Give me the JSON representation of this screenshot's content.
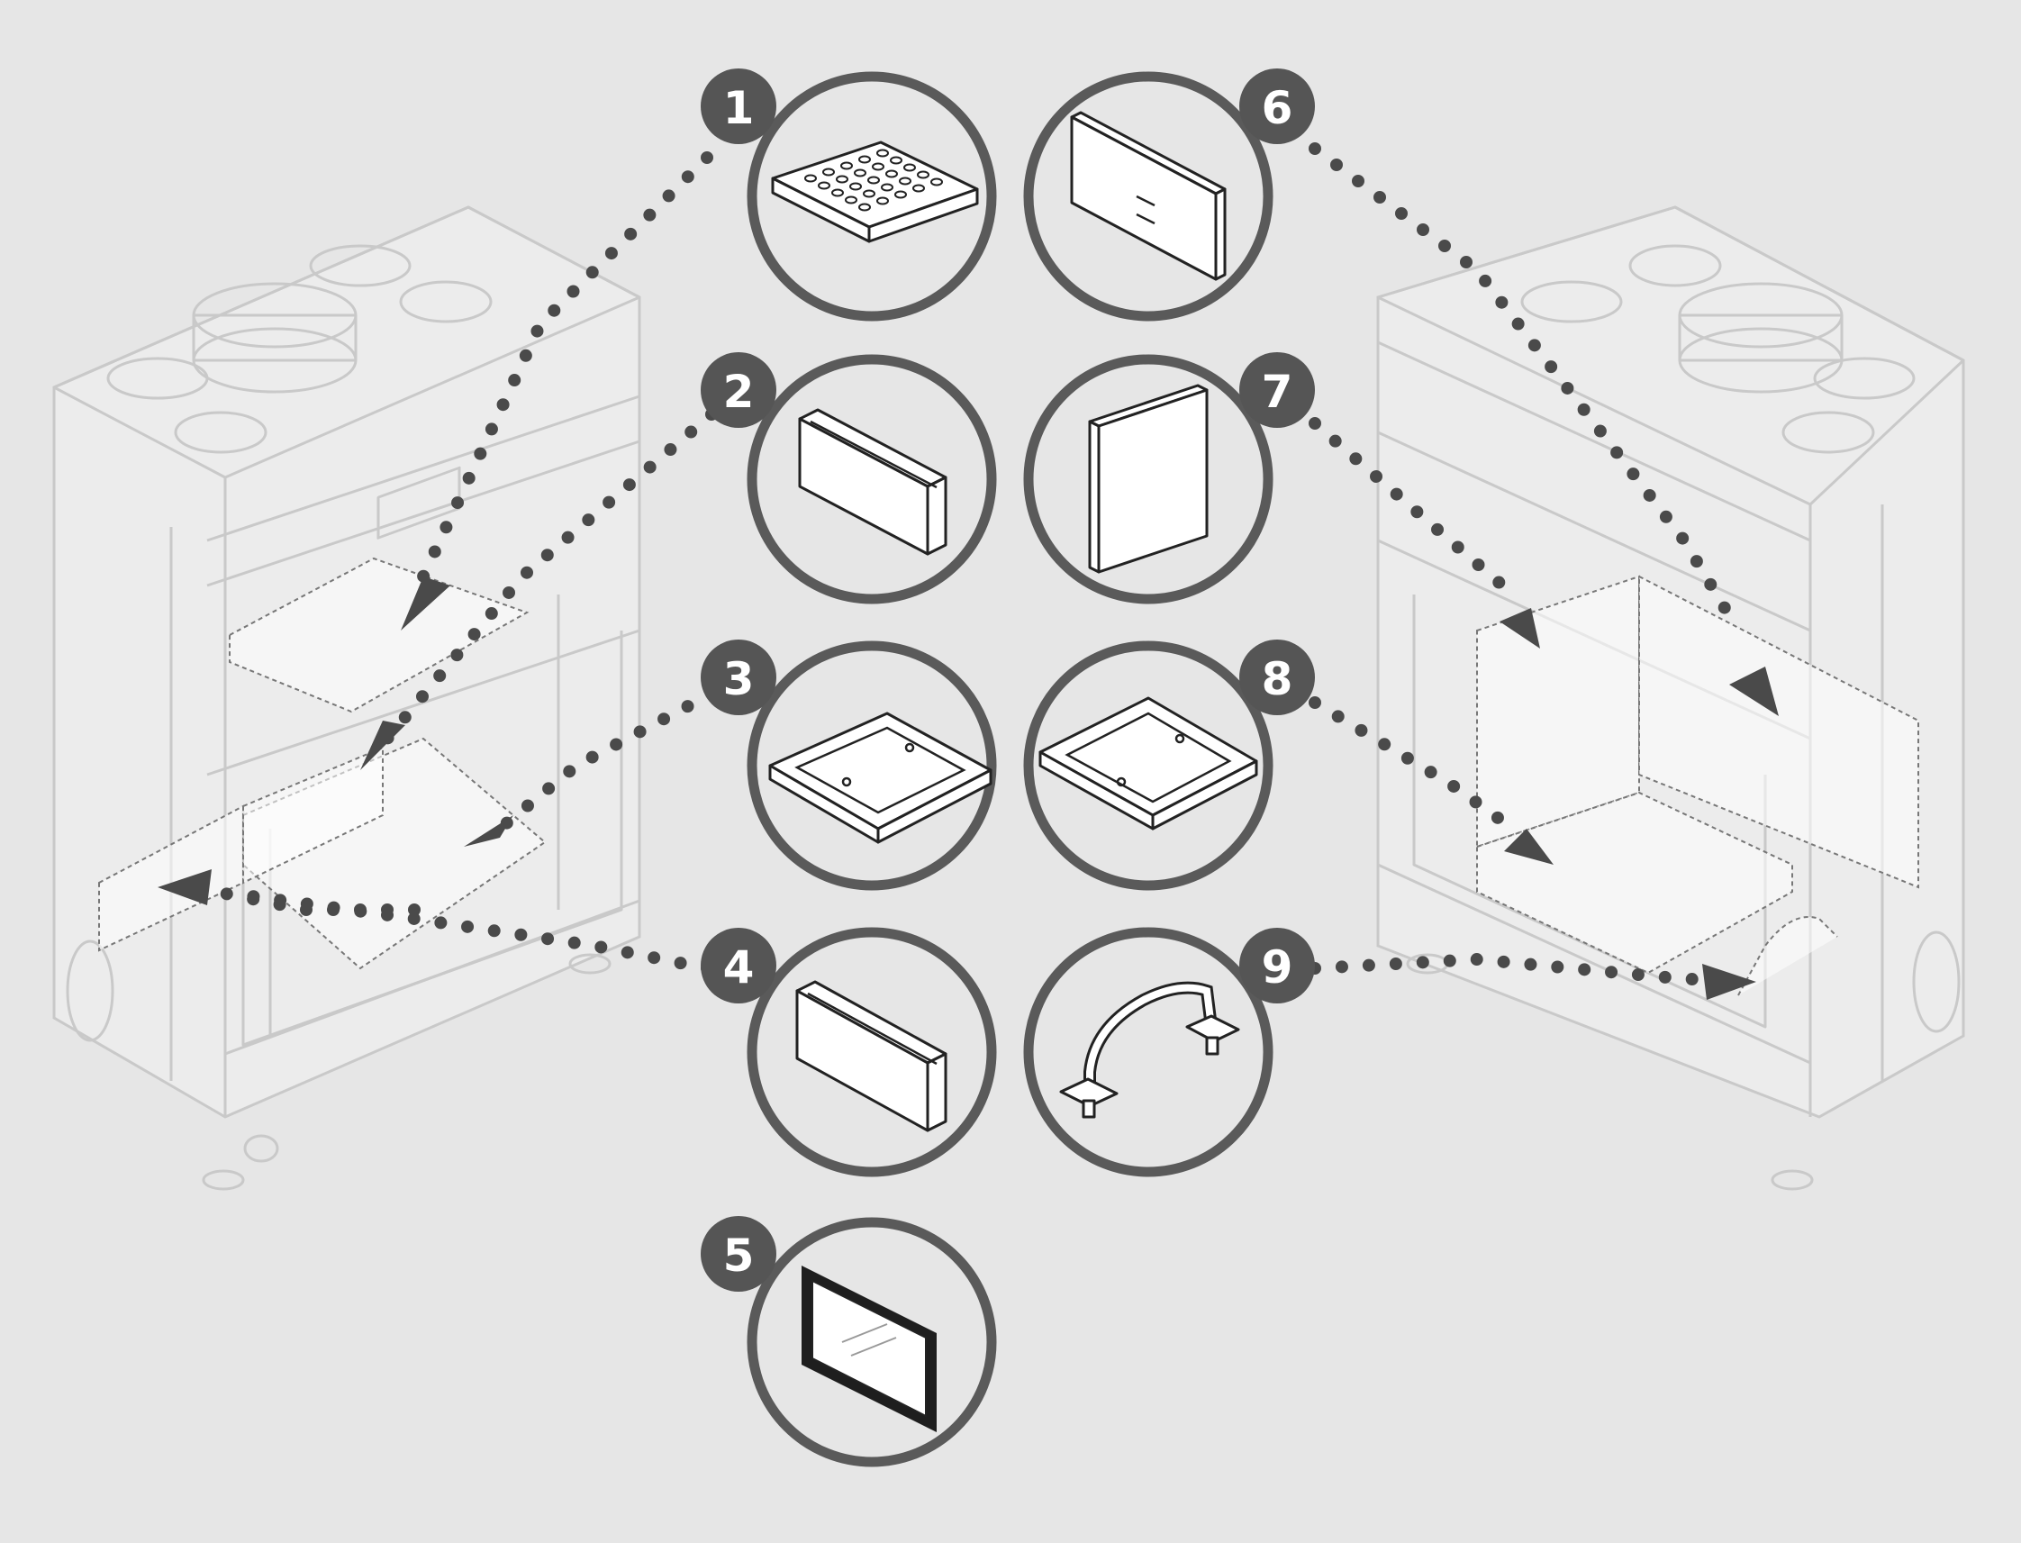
{
  "callouts": [
    {
      "number": "1",
      "part_icon": "perforated-grate-icon"
    },
    {
      "number": "2",
      "part_icon": "baffle-brick-icon"
    },
    {
      "number": "3",
      "part_icon": "base-tray-icon"
    },
    {
      "number": "4",
      "part_icon": "side-brick-icon"
    },
    {
      "number": "5",
      "part_icon": "glass-panel-icon"
    },
    {
      "number": "6",
      "part_icon": "back-panel-icon"
    },
    {
      "number": "7",
      "part_icon": "side-panel-icon"
    },
    {
      "number": "8",
      "part_icon": "floor-tray-icon"
    },
    {
      "number": "9",
      "part_icon": "handle-icon"
    }
  ],
  "colors": {
    "background": "#e6e6e6",
    "ring": "#5a5a5a",
    "badge": "#555555",
    "dotted_leader": "#4a4a4a",
    "stove_outline": "#c9c9c9"
  }
}
